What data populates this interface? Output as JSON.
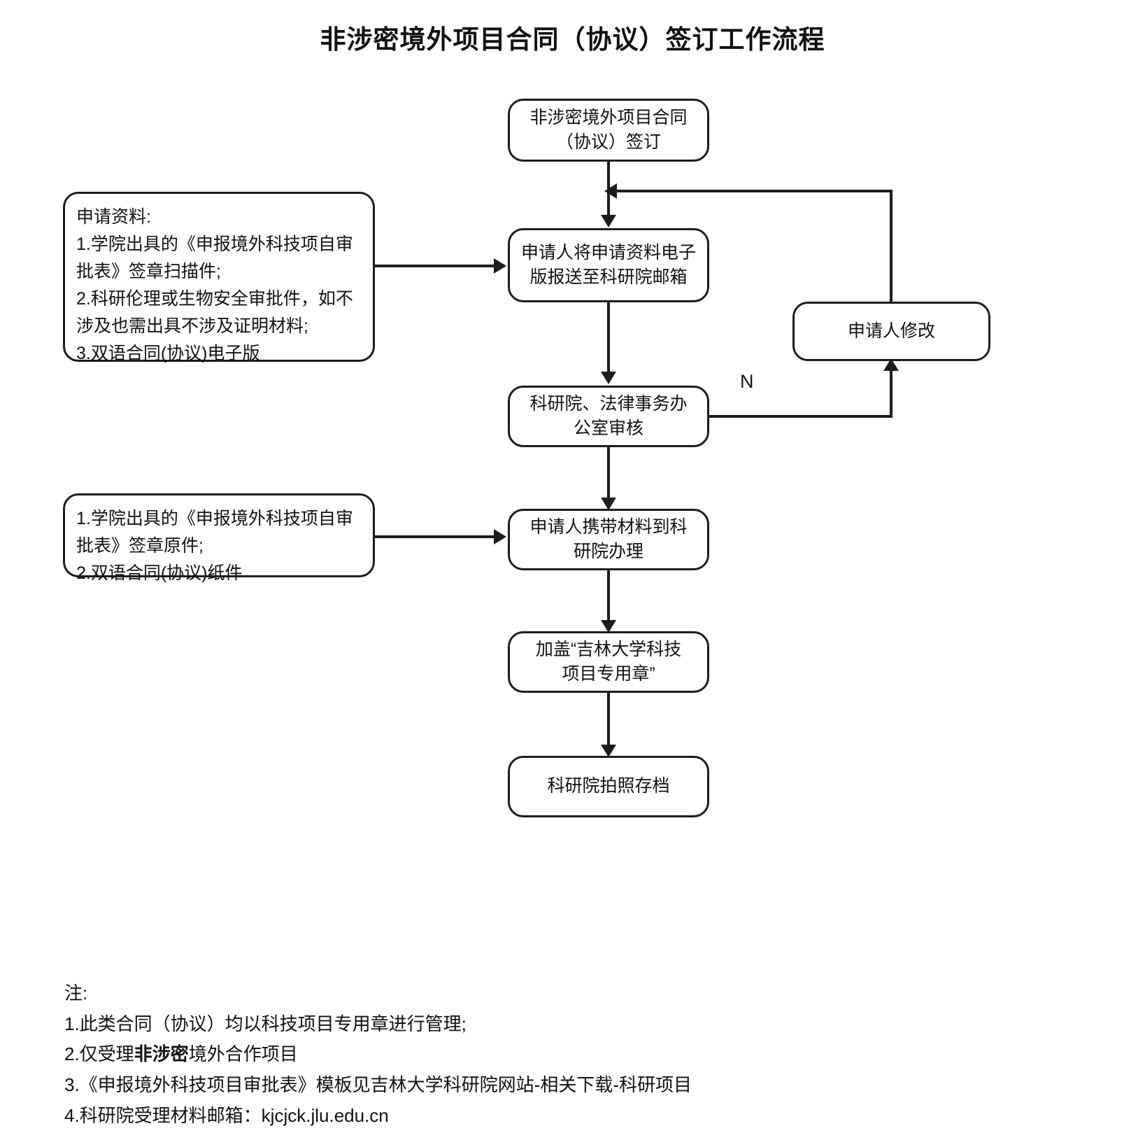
{
  "title": "非涉密境外项目合同（协议）签订工作流程",
  "flow": {
    "nodes": [
      {
        "id": "start",
        "label": "非涉密境外项目合同\n（协议）签订"
      },
      {
        "id": "submit",
        "label": "申请人将申请资料电子\n版报送至科研院邮箱"
      },
      {
        "id": "review",
        "label": "科研院、法律事务办\n公室审核"
      },
      {
        "id": "revise",
        "label": "申请人修改"
      },
      {
        "id": "bring",
        "label": "申请人携带材料到科\n研院办理"
      },
      {
        "id": "stamp",
        "label": "加盖“吉林大学科技\n项目专用章”"
      },
      {
        "id": "archive",
        "label": "科研院拍照存档"
      }
    ],
    "side_boxes": [
      {
        "id": "materials-electronic",
        "label": "申请资料:\n 1.学院出具的《申报境外科技项自审\n批表》签章扫描件;\n 2.科研伦理或生物安全审批件，如不\n涉及也需出具不涉及证明材料;\n 3.双语合同(协议)电子版"
      },
      {
        "id": "materials-paper",
        "label": " 1.学院出具的《申报境外科技项自审\n批表》签章原件;\n 2.双语合同(协议)纸件"
      }
    ],
    "branch_labels": [
      {
        "id": "no-branch",
        "label": "N"
      }
    ]
  },
  "notes": {
    "heading": "注:",
    "items": [
      {
        "id": "note-1",
        "pre": "1.此类合同（协议）均以科技项目专用章进行管理;",
        "bold": "",
        "post": ""
      },
      {
        "id": "note-2",
        "pre": "2.仅受理",
        "bold": "非涉密",
        "post": "境外合作项目"
      },
      {
        "id": "note-3",
        "pre": "3.《申报境外科技项目审批表》模板见吉林大学科研院网站-相关下载-科研项目",
        "bold": "",
        "post": ""
      },
      {
        "id": "note-4",
        "pre": "4.科研院受理材料邮箱：kjcjck.jlu.edu.cn",
        "bold": "",
        "post": ""
      }
    ]
  },
  "colors": {
    "stroke": "#1d1d1d",
    "text": "#111111",
    "background": "#ffffff"
  }
}
